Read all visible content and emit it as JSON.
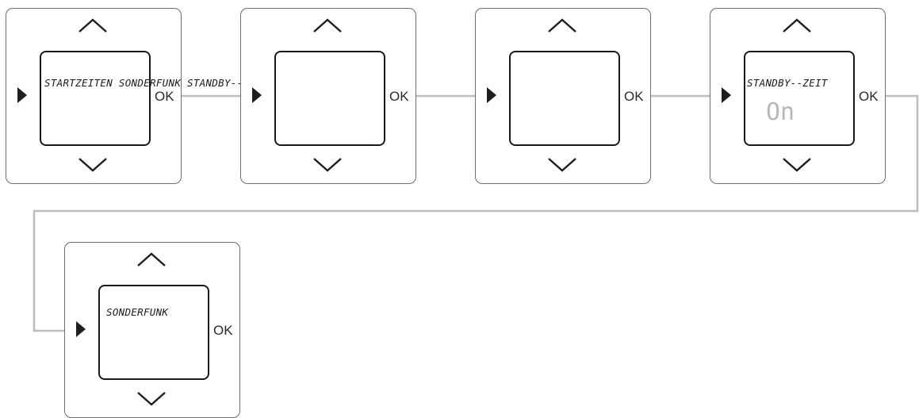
{
  "colors": {
    "connector": "#bdbdbd",
    "panel_border": "#6e6e6e",
    "display_border": "#1a1a1a",
    "icon": "#1f1f1f",
    "value_text": "#b8b8b8"
  },
  "icons": {
    "up": "chevron-up-icon",
    "down": "chevron-down-icon",
    "select": "triangle-right-icon"
  },
  "panels": [
    {
      "ok_label": "OK",
      "display_line": "STARTZEITEN SONDERFUNK STANDBY--ZEIT"
    },
    {
      "ok_label": "OK"
    },
    {
      "ok_label": "OK"
    },
    {
      "ok_label": "OK",
      "display_line": "STANDBY--ZEIT",
      "display_value": "On"
    },
    {
      "ok_label": "OK",
      "display_line": "SONDERFUNK"
    }
  ]
}
